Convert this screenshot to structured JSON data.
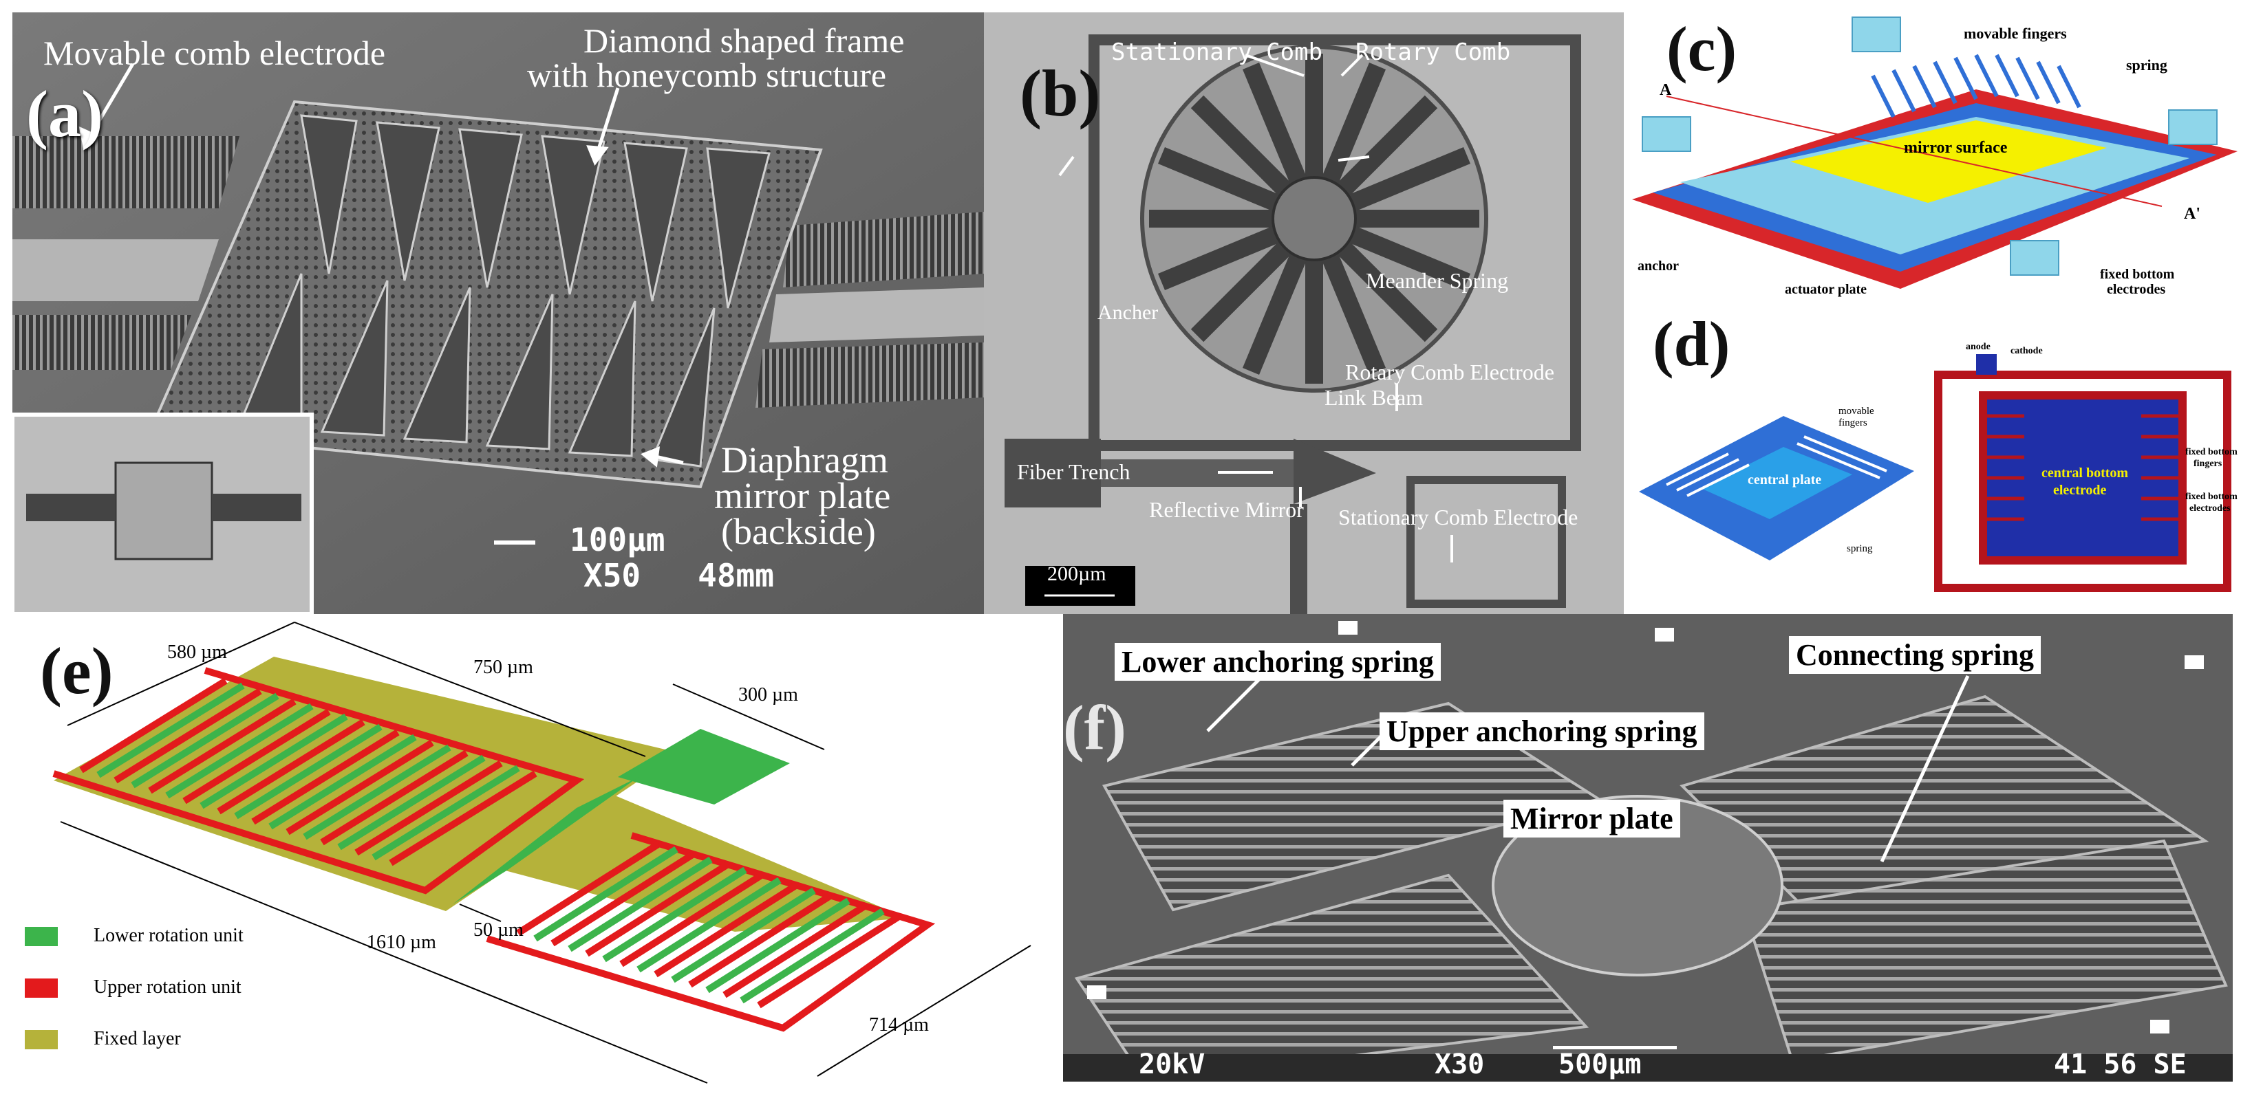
{
  "panels": {
    "a": {
      "tag": "(a)",
      "label_comb": "Movable comb electrode",
      "label_frame_1": "Diamond shaped frame",
      "label_frame_2": "with honeycomb structure",
      "label_mirror_1": "Diaphragm",
      "label_mirror_2": "mirror plate",
      "label_mirror_3": "(backside)",
      "scale_1": "100µm",
      "scale_2": "X50   48mm"
    },
    "b": {
      "tag": "(b)",
      "stationary_comb": "Stationary Comb",
      "rotary_comb": "Rotary Comb",
      "anchor": "Ancher",
      "meander_spring": "Meander Spring",
      "rotary_comb_electrode": "Rotary Comb Electrode",
      "link_beam": "Link Beam",
      "fiber_trench": "Fiber Trench",
      "reflective_mirror": "Reflective Mirror",
      "stationary_comb_electrode": "Stationary Comb Electrode",
      "scale": "200µm"
    },
    "c": {
      "tag": "(c)",
      "movable_fingers": "movable fingers",
      "spring": "spring",
      "mirror_surface": "mirror surface",
      "a": "A",
      "a_prime": "A'",
      "anchor": "anchor",
      "actuator_plate": "actuator plate",
      "fixed_bottom_1": "fixed bottom",
      "fixed_bottom_2": "electrodes"
    },
    "d": {
      "tag": "(d)",
      "movable_1": "movable",
      "movable_2": "fingers",
      "central_plate": "central plate",
      "spring": "spring",
      "anode": "anode",
      "cathode": "cathode",
      "central_bottom_1": "central bottom",
      "central_bottom_2": "electrode",
      "fixed_fingers_1": "fixed bottom",
      "fixed_fingers_2": "fingers",
      "fixed_electrodes_1": "fixed bottom",
      "fixed_electrodes_2": "electrodes"
    },
    "e": {
      "tag": "(e)",
      "dim_580": "580 µm",
      "dim_750": "750 µm",
      "dim_300": "300 µm",
      "dim_1610": "1610 µm",
      "dim_50": "50 µm",
      "dim_714": "714 µm",
      "legend": [
        {
          "label": "Lower rotation unit",
          "color": "#3cb44b"
        },
        {
          "label": "Upper rotation unit",
          "color": "#e31a1c"
        },
        {
          "label": "Fixed layer",
          "color": "#b5b23a"
        }
      ]
    },
    "f": {
      "tag": "(f)",
      "lower_spring": "Lower anchoring spring",
      "connecting_spring": "Connecting spring",
      "upper_spring": "Upper anchoring spring",
      "mirror_plate": "Mirror plate",
      "footer_kv": "20kV",
      "footer_mag": "X30",
      "footer_scale": "500µm",
      "footer_id": "41 56 SE"
    }
  },
  "colors": {
    "sem_bg": "#6a6a6a",
    "mirror_yellow": "#f5f000",
    "electrode_red": "#d8262a",
    "plate_blue": "#2f6fd6",
    "spring_cyan": "#8fd6ea",
    "green": "#3cb44b",
    "olive": "#b5b23a"
  }
}
